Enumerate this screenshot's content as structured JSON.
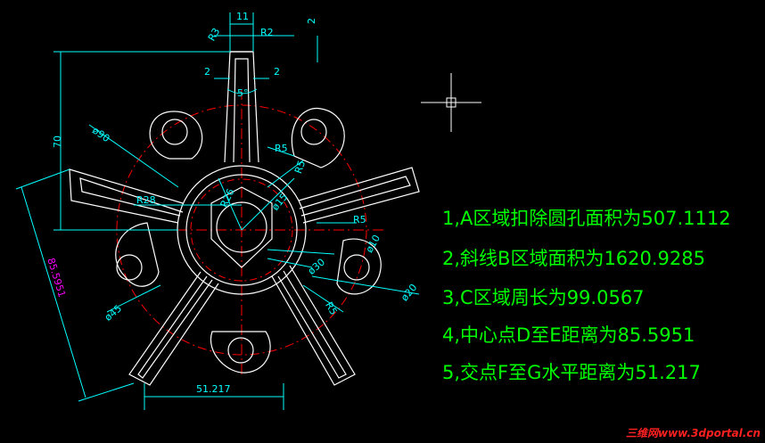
{
  "dimensions": {
    "top_width": "11",
    "top_gap": "2",
    "r_left": "R3",
    "r_right": "R2",
    "wall_left": "2",
    "wall_right": "2",
    "taper": "5°",
    "height": "70",
    "dia90": "ø90",
    "r5_a": "R5",
    "r5_b": "R5",
    "r5_c": "R5",
    "r5_d": "R5",
    "r28": "R28",
    "r26": "R26",
    "dia15": "ø15",
    "dia10": "ø10",
    "dia30": "ø30",
    "dia20": "ø20",
    "dia45": "ø45",
    "slant_len": "85.5951",
    "bottom_len": "51.217"
  },
  "annotations": [
    "1,A区域扣除圆孔面积为507.1112",
    "2,斜线B区域面积为1620.9285",
    "3,C区域周长为99.0567",
    "4,中心点D至E距离为85.5951",
    "5,交点F至G水平距离为51.217"
  ],
  "watermark": "三维网www.3dportal.cn",
  "colors": {
    "background": "#000000",
    "geometry": "#ffffff",
    "dimension": "#00ffff",
    "centerline": "#ff0000",
    "annotation": "#00ff00",
    "special_dimension": "#ff00ff",
    "watermark": "#ff2020"
  }
}
